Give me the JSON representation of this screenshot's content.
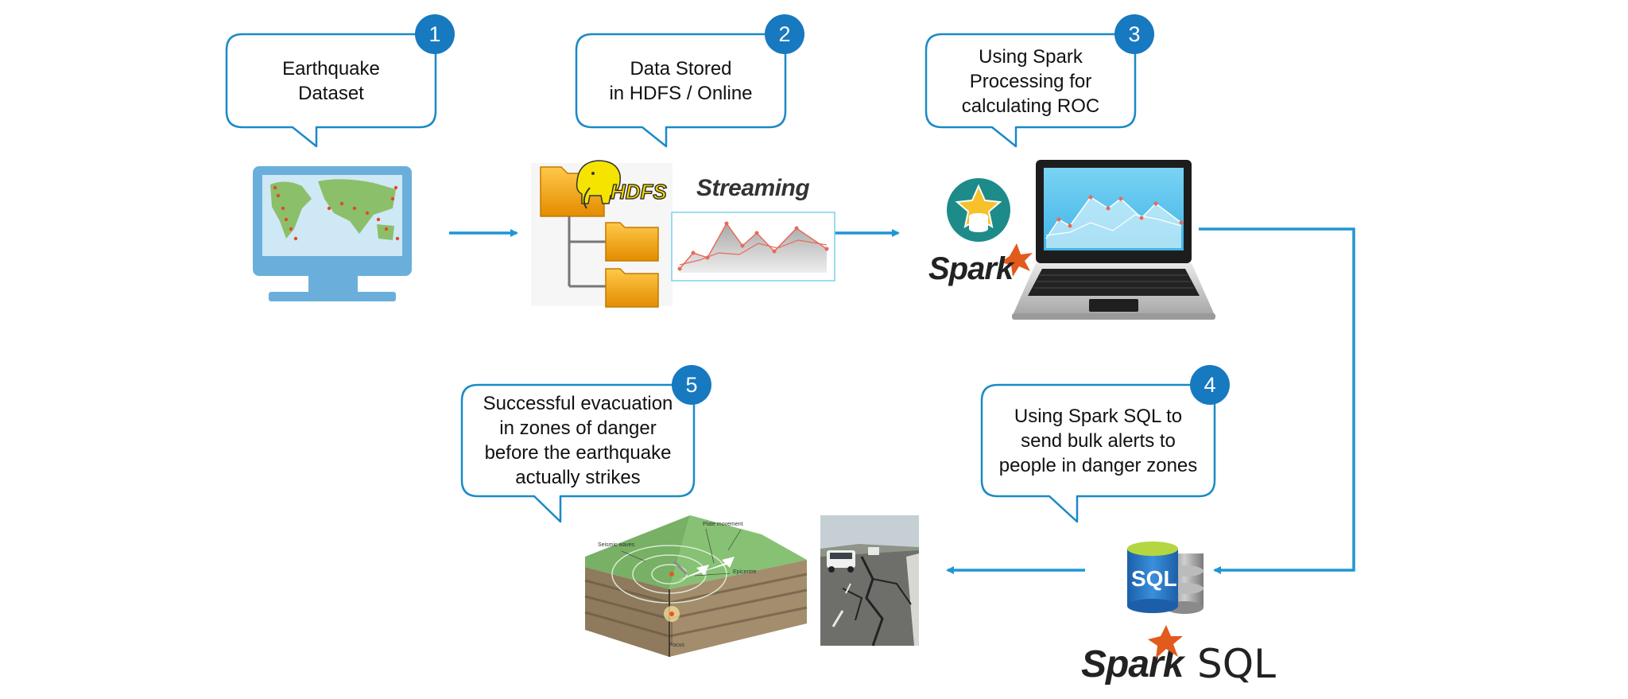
{
  "steps": [
    {
      "number": "1",
      "text": "Earthquake\nDataset"
    },
    {
      "number": "2",
      "text": "Data Stored\nin HDFS / Online"
    },
    {
      "number": "3",
      "text": "Using Spark\nProcessing for\ncalculating ROC"
    },
    {
      "number": "4",
      "text": "Using Spark SQL to\nsend bulk alerts to\npeople in danger zones"
    },
    {
      "number": "5",
      "text": "Successful evacuation\nin zones of danger\nbefore the earthquake\nactually strikes"
    }
  ],
  "labels": {
    "hdfs": "HDFS",
    "streaming": "Streaming",
    "spark_top": "Spark",
    "spark_bottom": "Spark",
    "sql_word": "SQL",
    "sql_db": "SQL",
    "seismic_waves": "Seismic waves",
    "plate_movement": "Plate movement",
    "epicentre": "Epicentre",
    "focus": "Focus"
  },
  "colors": {
    "accent": "#1a8ac6",
    "arrow": "#1f96d3",
    "badge": "#1779bf",
    "monitor": "#6aafdc",
    "folder": "#f2a30f",
    "spark_orange": "#e25a1c",
    "laptop_screen": "#5fc6ee"
  },
  "icons": [
    "world-map-monitor-icon",
    "hdfs-folder-icon",
    "hadoop-elephant-icon",
    "streaming-chart-icon",
    "spark-logo-icon",
    "laptop-chart-icon",
    "sql-database-icon",
    "earthquake-fault-icon",
    "cracked-road-photo"
  ]
}
